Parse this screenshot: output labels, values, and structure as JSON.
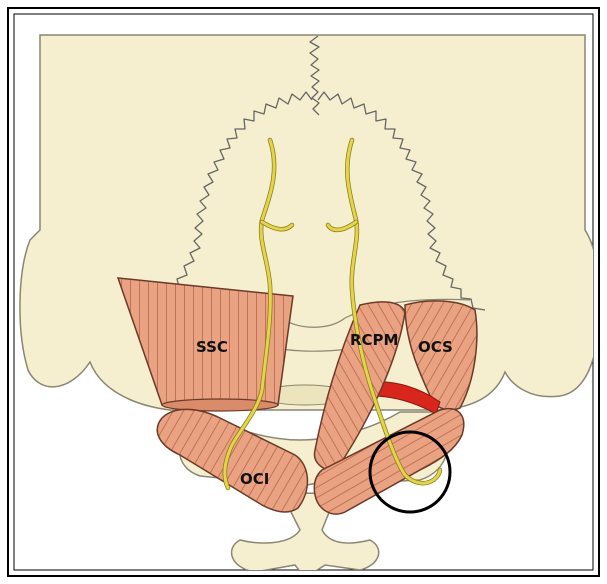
{
  "labels": {
    "ssc": "SSC",
    "rcpm": "RCPM",
    "ocs": "OCS",
    "oci": "OCI"
  },
  "colors": {
    "bone": "#f5efcf",
    "bone_outline": "#8a8672",
    "muscle": "#e9a282",
    "muscle_outline": "#6b3a28",
    "nerve": "#e3d44a",
    "artery": "#d9261c",
    "circle": "#000000",
    "frame": "#000000"
  }
}
